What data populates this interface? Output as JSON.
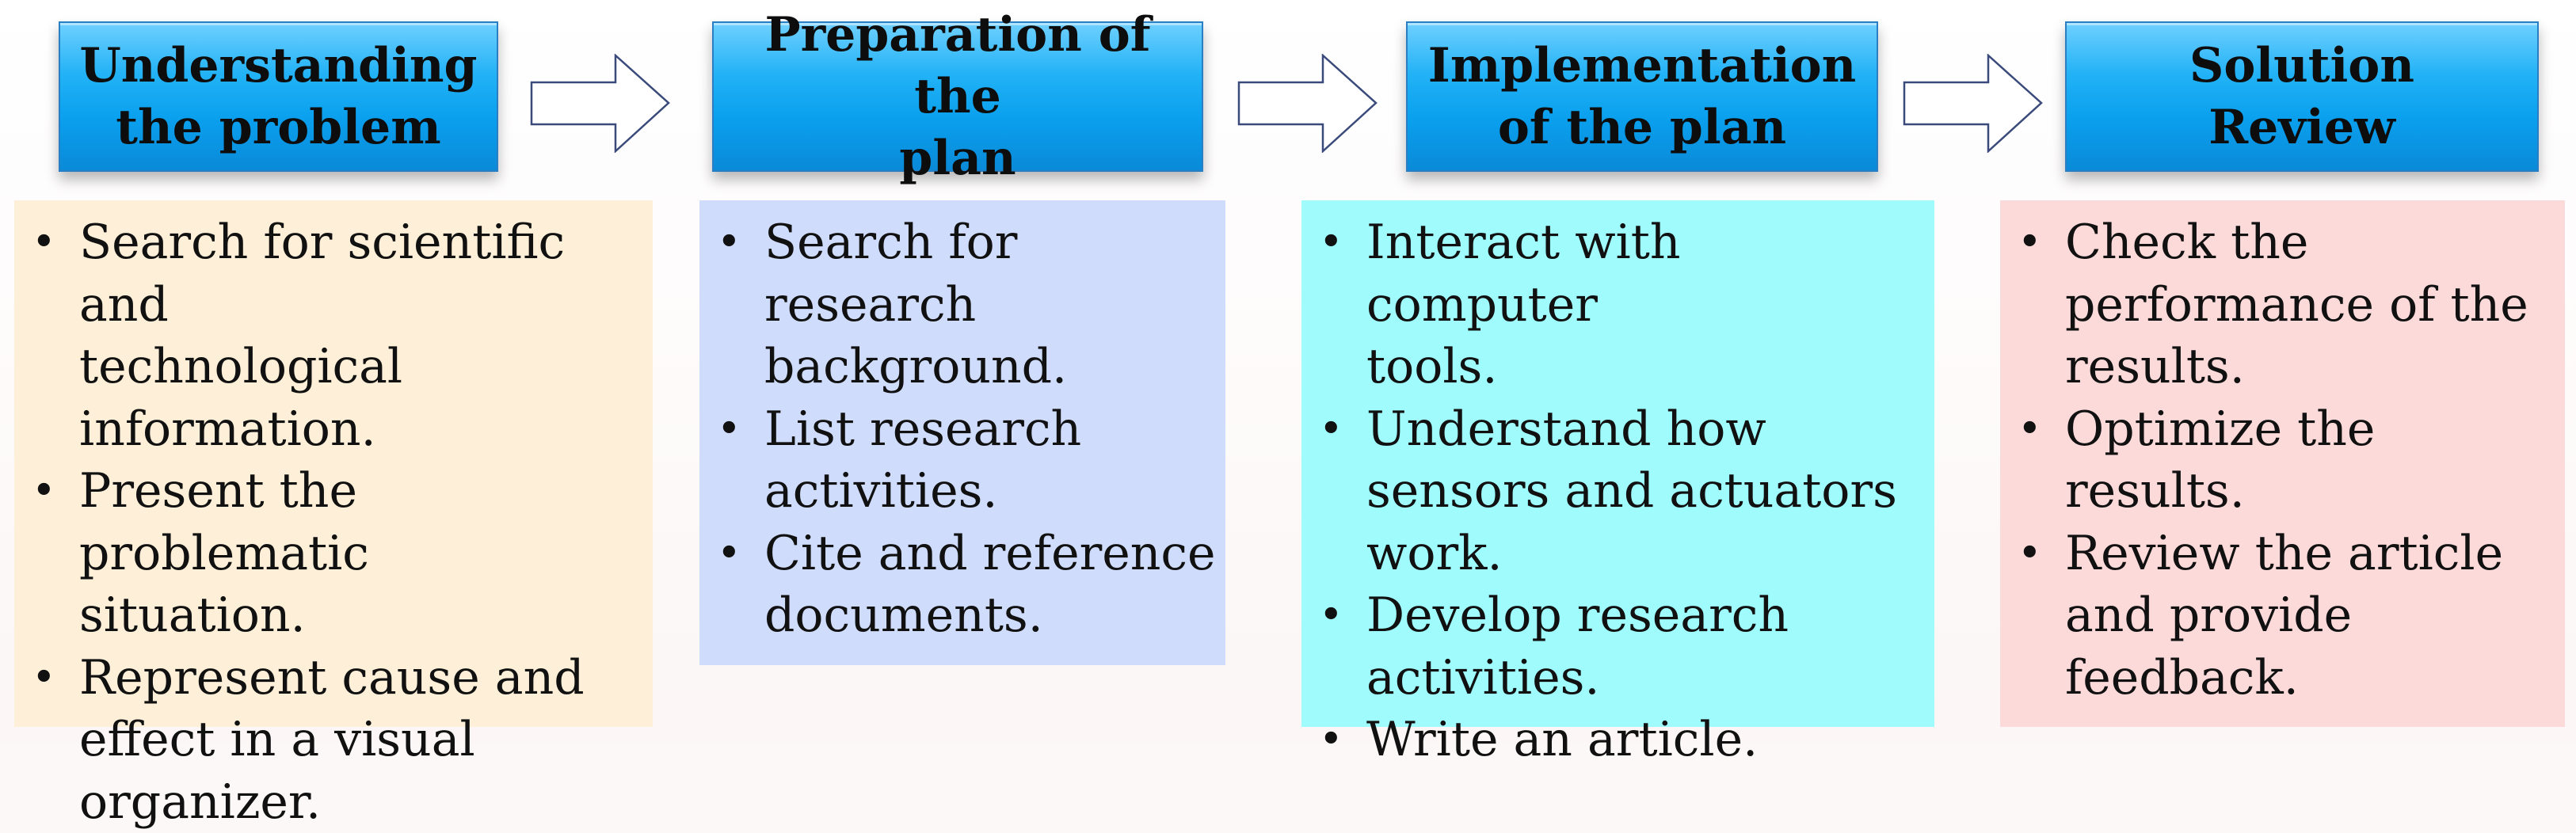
{
  "steps": [
    {
      "title": "Understanding\nthe problem",
      "items": [
        "Search for scientific and\ntechnological\ninformation.",
        "Present the problematic\nsituation.",
        "Represent cause and\neffect in a visual\norganizer."
      ],
      "color": "#fdefd8"
    },
    {
      "title": "Preparation of the\nplan",
      "items": [
        "Search for\nresearch\nbackground.",
        "List research\nactivities.",
        "Cite and reference\ndocuments."
      ],
      "color": "#cfdcfb"
    },
    {
      "title": "Implementation\nof the plan",
      "items": [
        "Interact with computer\ntools.",
        "Understand how\nsensors and actuators\nwork.",
        "Develop research\nactivities.",
        "Write an article."
      ],
      "color": "#a0fbfd"
    },
    {
      "title": "Solution\nReview",
      "items": [
        "Check the\nperformance of the\nresults.",
        "Optimize the\nresults.",
        "Review the article\nand provide\nfeedback."
      ],
      "color": "#fcdada"
    }
  ],
  "colors": {
    "header_gradient_top": "#6fd0ff",
    "header_gradient_bottom": "#0a8ad8",
    "header_border": "#2a7fc4",
    "arrow_stroke": "#3a4a7a"
  },
  "icons": [
    "right-arrow-icon",
    "bullet-icon"
  ]
}
